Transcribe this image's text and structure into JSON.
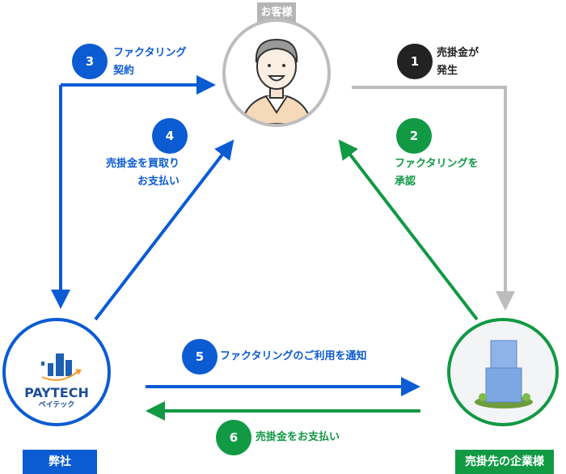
{
  "labels": {
    "customer": "お客様",
    "us": "弊社",
    "debtor": "売掛先の企業様"
  },
  "logo": {
    "name": "PAYTECH",
    "kana": "ペイテック"
  },
  "steps": [
    {
      "num": "1",
      "lines": [
        "売掛金が",
        "発生"
      ]
    },
    {
      "num": "2",
      "lines": [
        "ファクタリングを",
        "承認"
      ]
    },
    {
      "num": "3",
      "lines": [
        "ファクタリング",
        "契約"
      ]
    },
    {
      "num": "4",
      "lines": [
        "売掛金を買取り",
        "お支払い"
      ]
    },
    {
      "num": "5",
      "lines": [
        "ファクタリングのご利用を通知"
      ]
    },
    {
      "num": "6",
      "lines": [
        "売掛金をお支払い"
      ]
    }
  ],
  "colors": {
    "blue": "#0b5bd3",
    "green": "#119944",
    "gray": "#bdbdbd",
    "dark": "#222222"
  }
}
